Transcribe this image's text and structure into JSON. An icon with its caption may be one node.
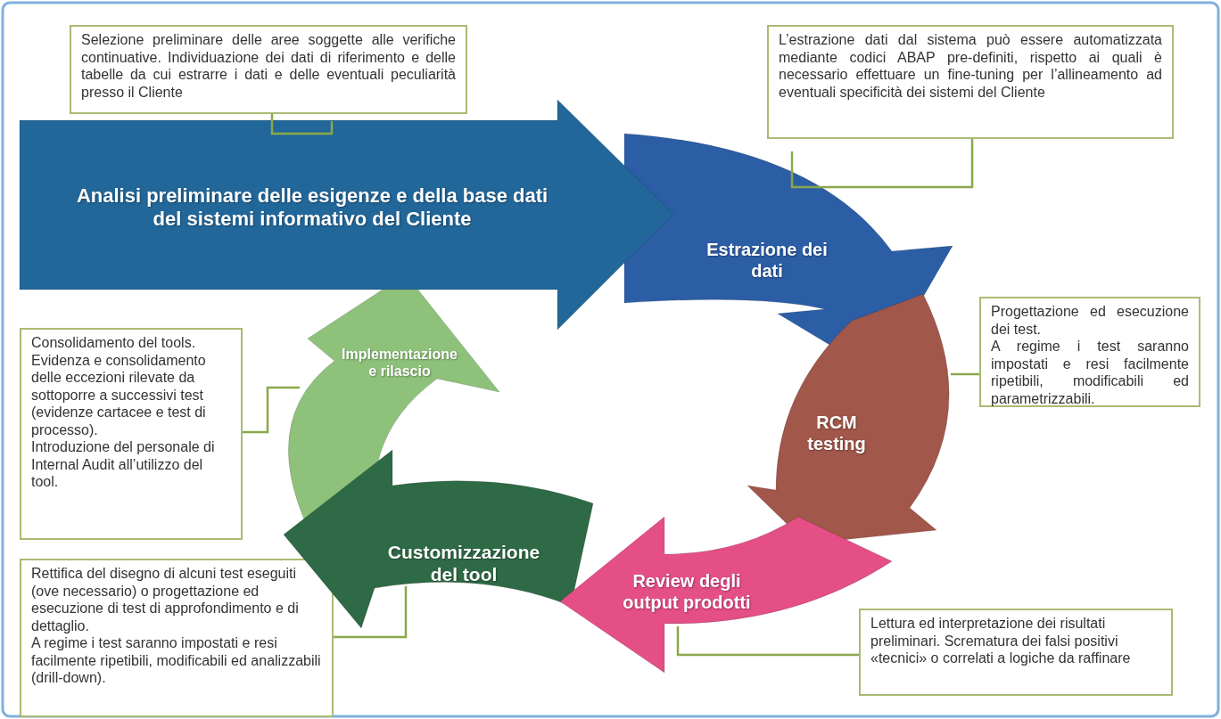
{
  "diagram": {
    "nodes": [
      {
        "text": [
          "Selezione preliminare delle aree soggette alle verifiche continuative. Individuazione dei dati di riferimento e delle  tabelle da cui estrarre i dati e delle eventuali peculiarità presso il Cliente"
        ]
      },
      {
        "text": [
          "Analisi preliminare delle esigenze e della base dati del sistemi informativo del Cliente"
        ]
      },
      {
        "text": [
          "L’estrazione dati dal sistema può essere automatizzata mediante codici ABAP pre-definiti, rispetto ai quali è necessario effettuare un fine-tuning per l’allineamento ad eventuali specificità dei sistemi del Cliente"
        ]
      },
      {
        "text": [
          "Estrazione dei dati"
        ]
      },
      {
        "text": [
          "Progettazione ed esecuzione dei test.",
          "A regime i test saranno impostati e resi facilmente ripetibili, modificabili ed parametrizzabili."
        ]
      },
      {
        "text": [
          "RCM testing"
        ]
      },
      {
        "text": [
          "Consolidamento del tools. Evidenza e consolidamento delle eccezioni rilevate da sottoporre a successivi test (evidenze cartacee e test di processo).",
          "Introduzione del personale di Internal Audit all’utilizzo del tool."
        ]
      },
      {
        "text": [
          "Implementazione e rilascio"
        ]
      },
      {
        "text": [
          "Customizzazione del tool"
        ]
      },
      {
        "text": [
          "Review degli output prodotti"
        ]
      },
      {
        "text": [
          "Rettifica del disegno di alcuni test eseguiti (ove necessario) o progettazione  ed esecuzione di test di approfondimento  e di dettaglio.",
          "A regime i test saranno impostati e resi facilmente ripetibili, modificabili ed analizzabili (drill-down)."
        ]
      },
      {
        "text": [
          "Lettura ed interpretazione dei risultati preliminari. Scrematura dei falsi positivi «tecnici» o correlati a logiche da raffinare"
        ]
      }
    ],
    "edges": [
      {
        "from": 0,
        "to": 1,
        "arrow": "none"
      },
      {
        "from": 2,
        "to": 3,
        "arrow": "none"
      },
      {
        "from": 4,
        "to": 5,
        "arrow": "none"
      },
      {
        "from": 6,
        "to": 7,
        "arrow": "none"
      },
      {
        "from": 10,
        "to": 8,
        "arrow": "none"
      },
      {
        "from": 11,
        "to": 9,
        "arrow": "none"
      }
    ]
  }
}
